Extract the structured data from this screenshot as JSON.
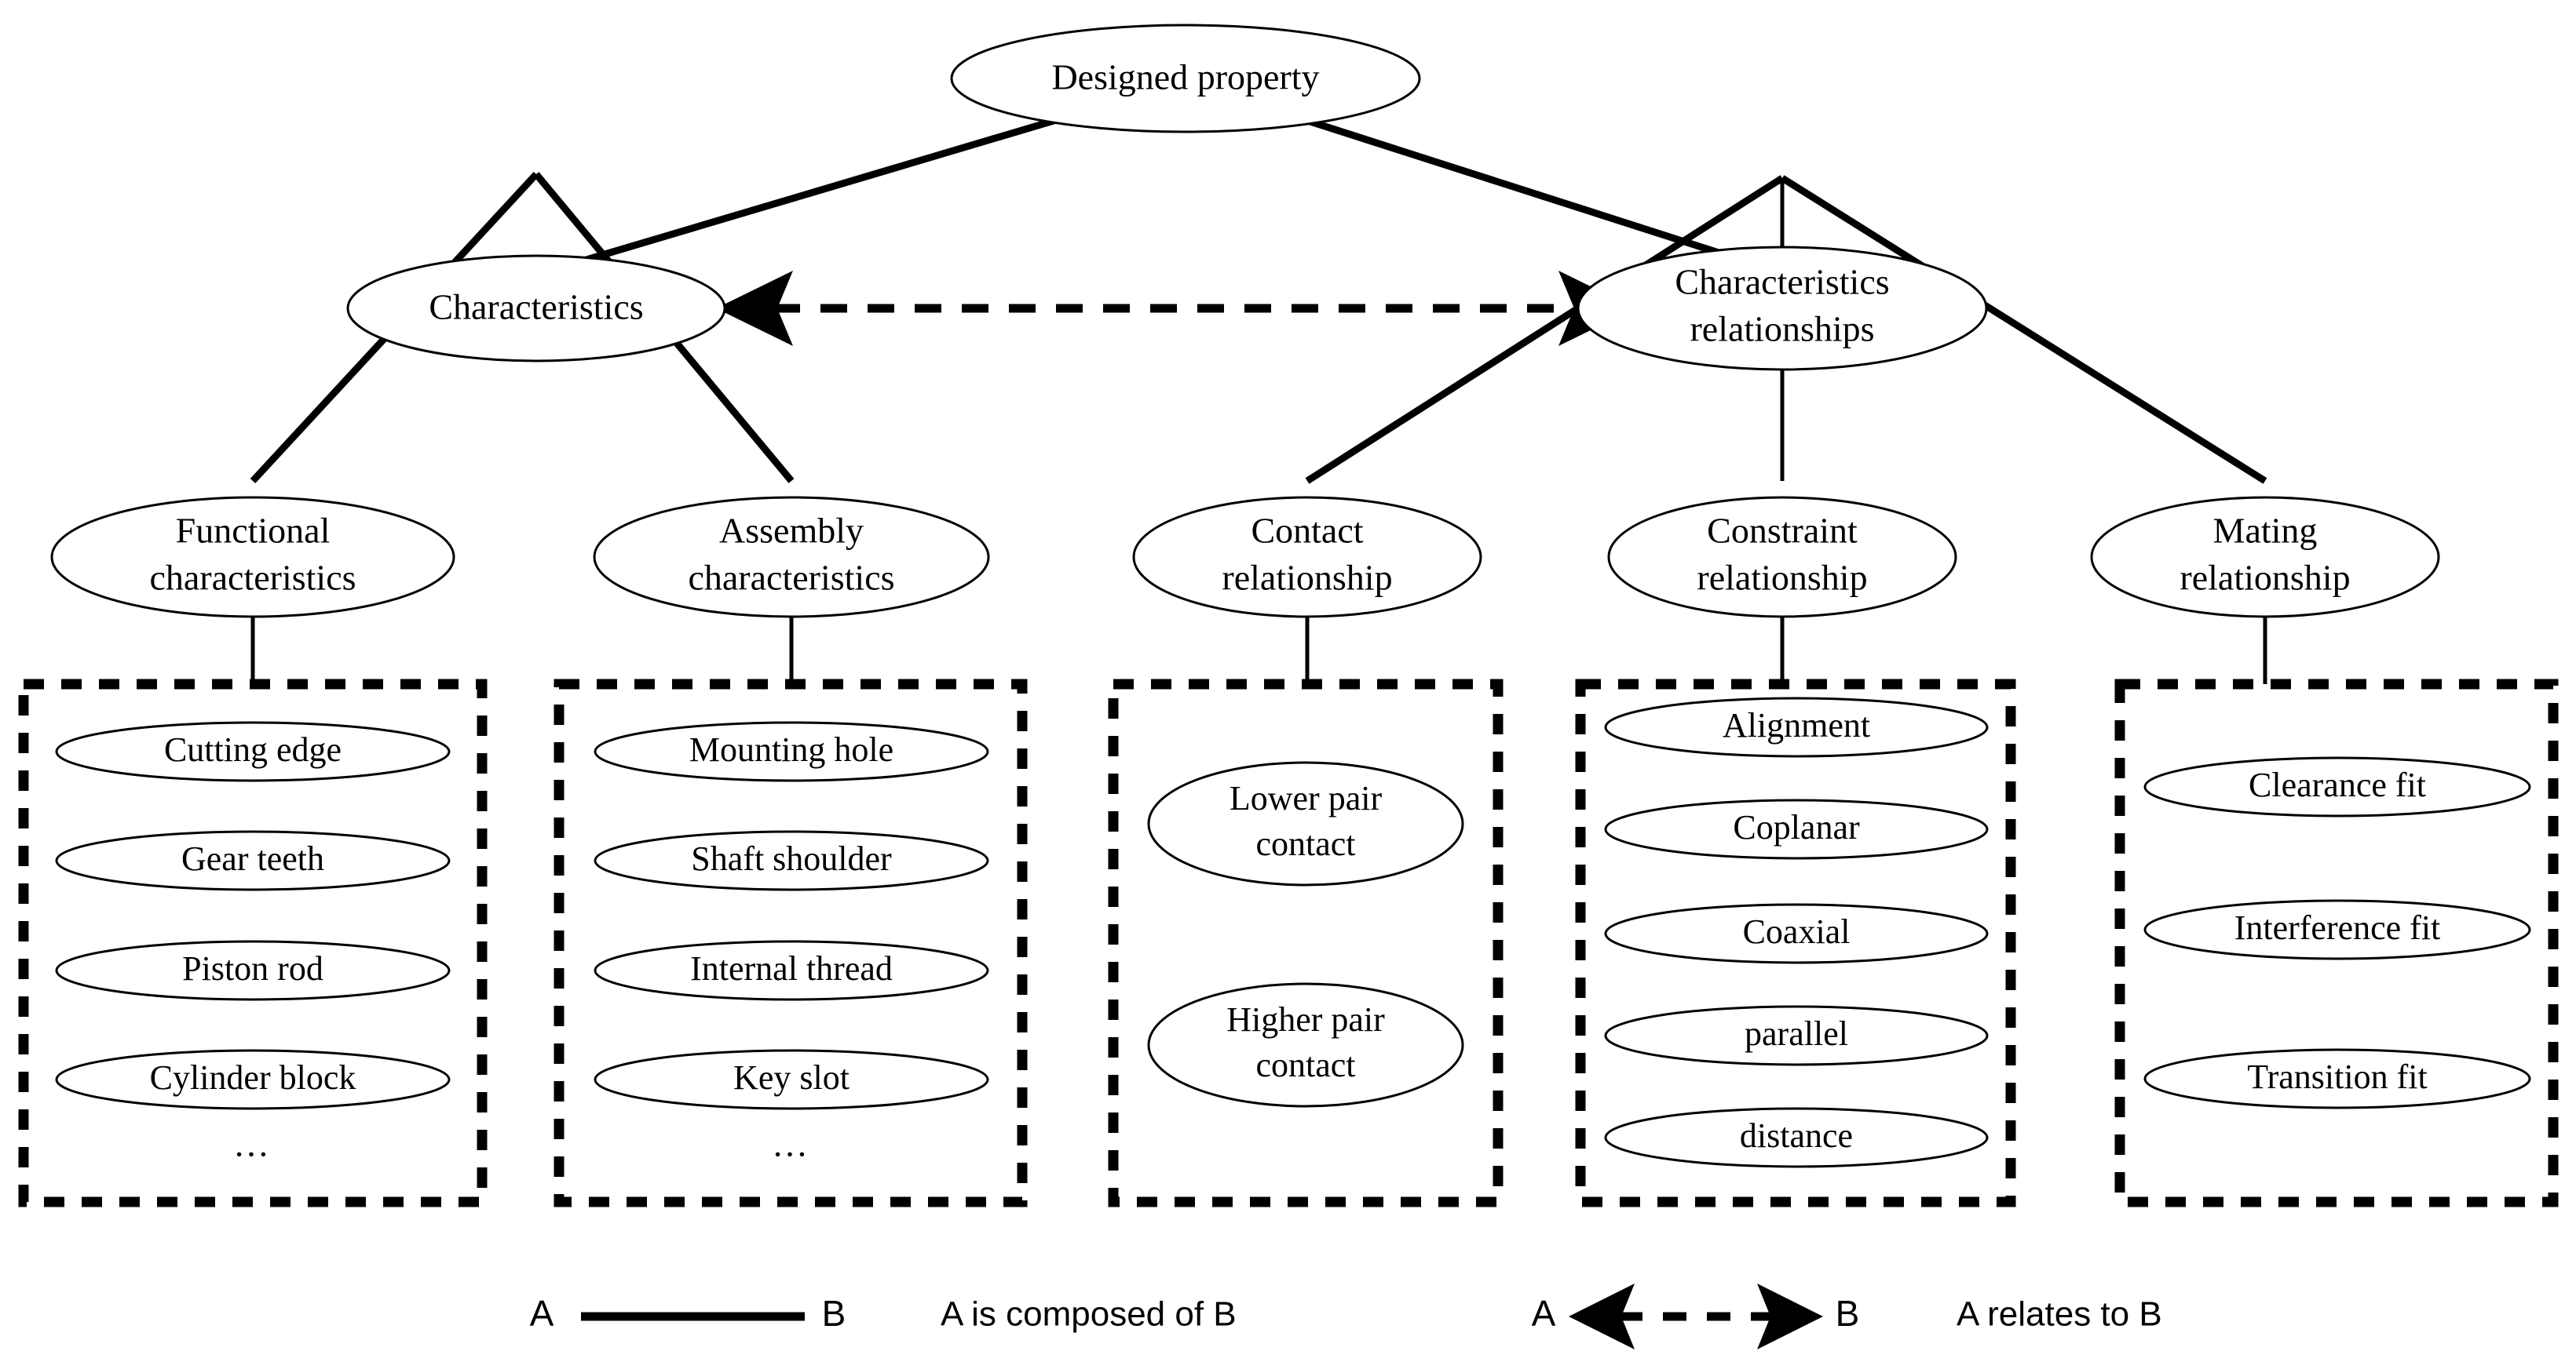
{
  "diagram": {
    "title_node": {
      "label": "Designed property"
    },
    "level2": [
      {
        "id": "characteristics",
        "label_lines": [
          "Characteristics"
        ]
      },
      {
        "id": "characteristics-relationships",
        "label_lines": [
          "Characteristics",
          "relationships"
        ]
      }
    ],
    "level3": [
      {
        "id": "functional-characteristics",
        "label_lines": [
          "Functional",
          "characteristics"
        ]
      },
      {
        "id": "assembly-characteristics",
        "label_lines": [
          "Assembly",
          "characteristics"
        ]
      },
      {
        "id": "contact-relationship",
        "label_lines": [
          "Contact",
          "relationship"
        ]
      },
      {
        "id": "constraint-relationship",
        "label_lines": [
          "Constraint",
          "relationship"
        ]
      },
      {
        "id": "mating-relationship",
        "label_lines": [
          "Mating",
          "relationship"
        ]
      }
    ],
    "groups": [
      {
        "id": "functional-characteristics-group",
        "items": [
          {
            "label_lines": [
              "Cutting edge"
            ]
          },
          {
            "label_lines": [
              "Gear teeth"
            ]
          },
          {
            "label_lines": [
              "Piston rod"
            ]
          },
          {
            "label_lines": [
              "Cylinder block"
            ]
          }
        ],
        "ellipsis": "…"
      },
      {
        "id": "assembly-characteristics-group",
        "items": [
          {
            "label_lines": [
              "Mounting hole"
            ]
          },
          {
            "label_lines": [
              "Shaft shoulder"
            ]
          },
          {
            "label_lines": [
              "Internal thread"
            ]
          },
          {
            "label_lines": [
              "Key slot"
            ]
          }
        ],
        "ellipsis": "…"
      },
      {
        "id": "contact-relationship-group",
        "items": [
          {
            "label_lines": [
              "Lower pair",
              "contact"
            ]
          },
          {
            "label_lines": [
              "Higher pair",
              "contact"
            ]
          }
        ],
        "ellipsis": ""
      },
      {
        "id": "constraint-relationship-group",
        "items": [
          {
            "label_lines": [
              "Alignment"
            ]
          },
          {
            "label_lines": [
              "Coplanar"
            ]
          },
          {
            "label_lines": [
              "Coaxial"
            ]
          },
          {
            "label_lines": [
              "parallel"
            ]
          },
          {
            "label_lines": [
              "distance"
            ]
          }
        ],
        "ellipsis": ""
      },
      {
        "id": "mating-relationship-group",
        "items": [
          {
            "label_lines": [
              "Clearance fit"
            ]
          },
          {
            "label_lines": [
              "Interference fit"
            ]
          },
          {
            "label_lines": [
              "Transition fit"
            ]
          }
        ],
        "ellipsis": ""
      }
    ]
  },
  "legend": {
    "composed": {
      "from": "A",
      "to": "B",
      "description": "A is composed of B"
    },
    "relates": {
      "from": "A",
      "to": "B",
      "description": "A relates to B"
    }
  },
  "colors": {
    "stroke": "#000000",
    "background": "#ffffff"
  }
}
